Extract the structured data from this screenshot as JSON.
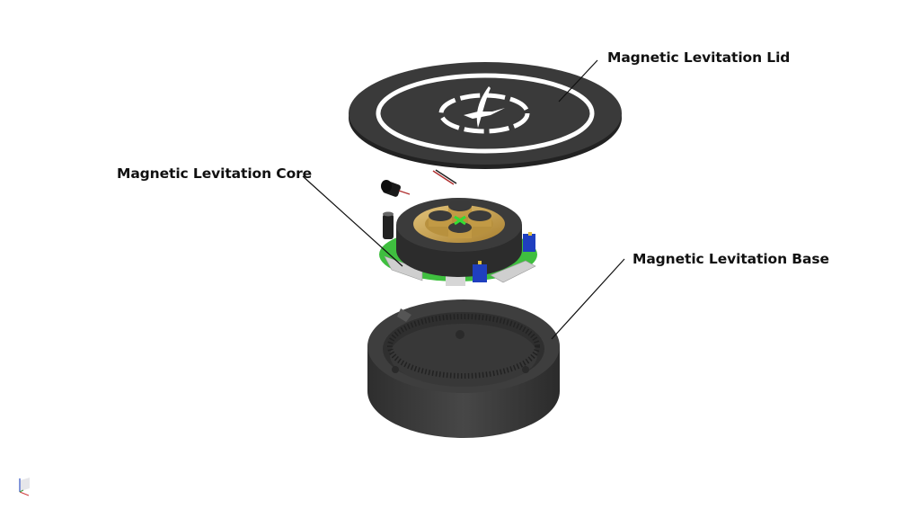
{
  "labels": {
    "lid": "Magnetic Levitation Lid",
    "core": "Magnetic Levitation Core",
    "base": "Magnetic Levitation Base"
  },
  "parts": [
    {
      "id": "lid",
      "name": "Magnetic Levitation Lid",
      "color": "#3a3a3a",
      "accent": "#ffffff"
    },
    {
      "id": "core",
      "name": "Magnetic Levitation Core",
      "coil_color": "#c9a24a",
      "pcb_color": "#3fbf3f",
      "connector_color": "#1f3fbf",
      "led_color": "#33dd33"
    },
    {
      "id": "base",
      "name": "Magnetic Levitation Base",
      "color": "#3b3b3b"
    }
  ],
  "icons": {
    "axis_triad": "view-orientation-icon"
  }
}
